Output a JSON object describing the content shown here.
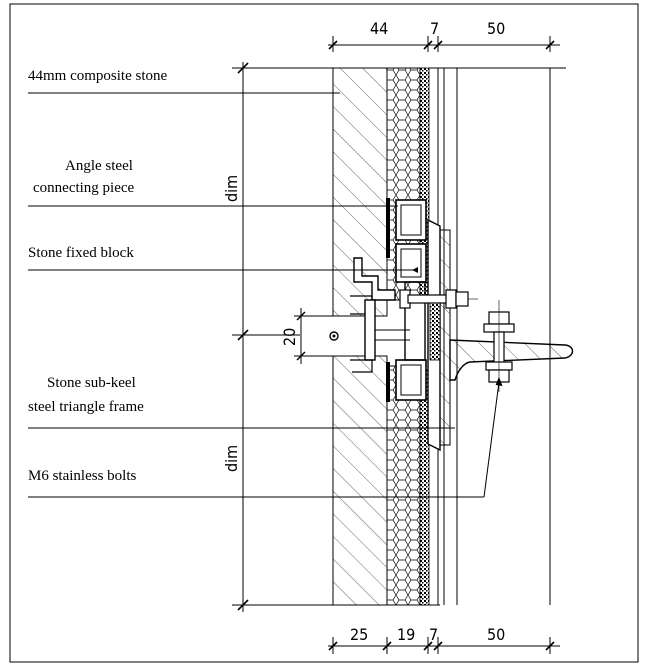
{
  "labels": {
    "composite_stone": "44mm composite stone",
    "angle_steel_1": "Angle steel",
    "angle_steel_2": "connecting piece",
    "stone_fixed_block": "Stone fixed block",
    "sub_keel_1": "Stone sub-keel",
    "sub_keel_2": "steel triangle frame",
    "bolts": "M6 stainless bolts"
  },
  "dimensions": {
    "top": [
      "44",
      "7",
      "50"
    ],
    "bottom": [
      "25",
      "19",
      "7",
      "50"
    ],
    "vertical_left_1": "dim",
    "vertical_left_2": "dim",
    "joint": "20"
  }
}
